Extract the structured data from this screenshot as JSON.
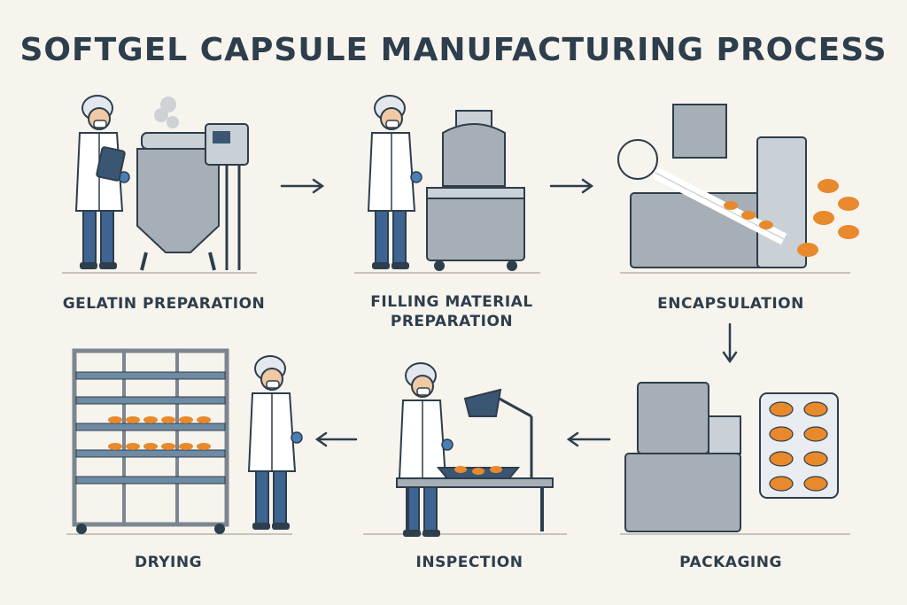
{
  "title": "SOFTGEL CAPSULE MANUFACTURING PROCESS",
  "steps": {
    "gelatin": "GELATIN PREPARATION",
    "filling_line1": "FILLING MATERIAL",
    "filling_line2": "PREPARATION",
    "encapsulation": "ENCAPSULATION",
    "packaging": "PACKAGING",
    "inspection": "INSPECTION",
    "drying": "DRYING"
  },
  "colors": {
    "background": "#f7f4ee",
    "ink": "#2d3e4c",
    "steel": "#a7afb6",
    "steel_light": "#c9d0d6",
    "capsule": "#e8892c",
    "glove": "#4a7fb5",
    "coat": "#ffffff"
  },
  "icons": [
    "arrow-right-icon",
    "arrow-down-icon",
    "arrow-left-icon"
  ]
}
